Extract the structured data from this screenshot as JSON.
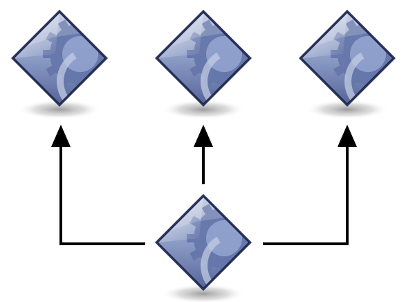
{
  "diagram": {
    "node_icon": "gear-diamond-icon",
    "nodes": [
      {
        "id": "node-top-left",
        "icon": "gear-diamond-icon"
      },
      {
        "id": "node-top-center",
        "icon": "gear-diamond-icon"
      },
      {
        "id": "node-top-right",
        "icon": "gear-diamond-icon"
      },
      {
        "id": "node-bottom-center",
        "icon": "gear-diamond-icon"
      }
    ],
    "edges": [
      {
        "from": "node-bottom-center",
        "to": "node-top-left"
      },
      {
        "from": "node-bottom-center",
        "to": "node-top-center"
      },
      {
        "from": "node-bottom-center",
        "to": "node-top-right"
      }
    ],
    "colors": {
      "diamond_fill_top": "#aebbd6",
      "diamond_fill_bottom": "#5b6a9c",
      "diamond_border": "#2c3560",
      "gear": "#7d8fbf",
      "arrow": "#000000",
      "shadow": "#9a9a9a"
    }
  }
}
